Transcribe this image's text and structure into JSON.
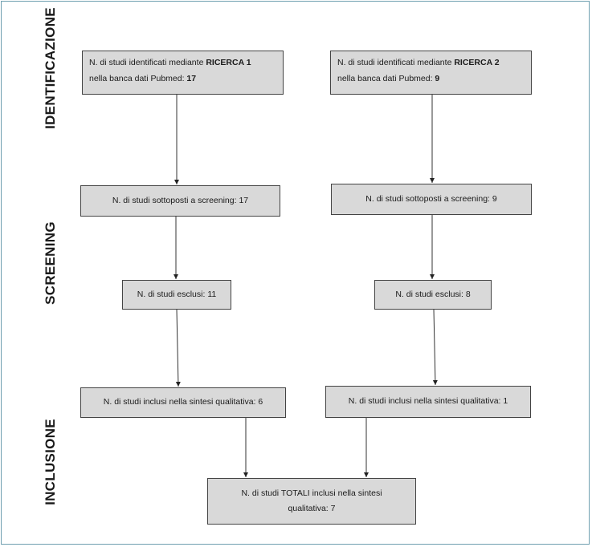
{
  "phases": {
    "identification": "IDENTIFICAZIONE",
    "screening": "SCREENING",
    "inclusion": "INCLUSIONE"
  },
  "search1": {
    "line1_prefix": "N. di studi identificati mediante ",
    "line1_bold": "RICERCA 1",
    "line2_prefix": "nella banca dati Pubmed: ",
    "line2_bold": "17"
  },
  "search2": {
    "line1_prefix": "N. di studi identificati mediante ",
    "line1_bold": "RICERCA 2",
    "line2_prefix": "nella banca dati Pubmed: ",
    "line2_bold": "9"
  },
  "screened1": "N. di studi sottoposti a screening: 17",
  "screened2": "N. di studi sottoposti a screening: 9",
  "excluded1": "N. di studi esclusi: 11",
  "excluded2": "N. di studi esclusi: 8",
  "included1": "N. di studi inclusi nella sintesi qualitativa: 6",
  "included2": "N. di studi inclusi nella sintesi qualitativa: 1",
  "total": {
    "line1": "N. di studi TOTALI inclusi nella sintesi",
    "line2": "qualitativa: 7"
  }
}
